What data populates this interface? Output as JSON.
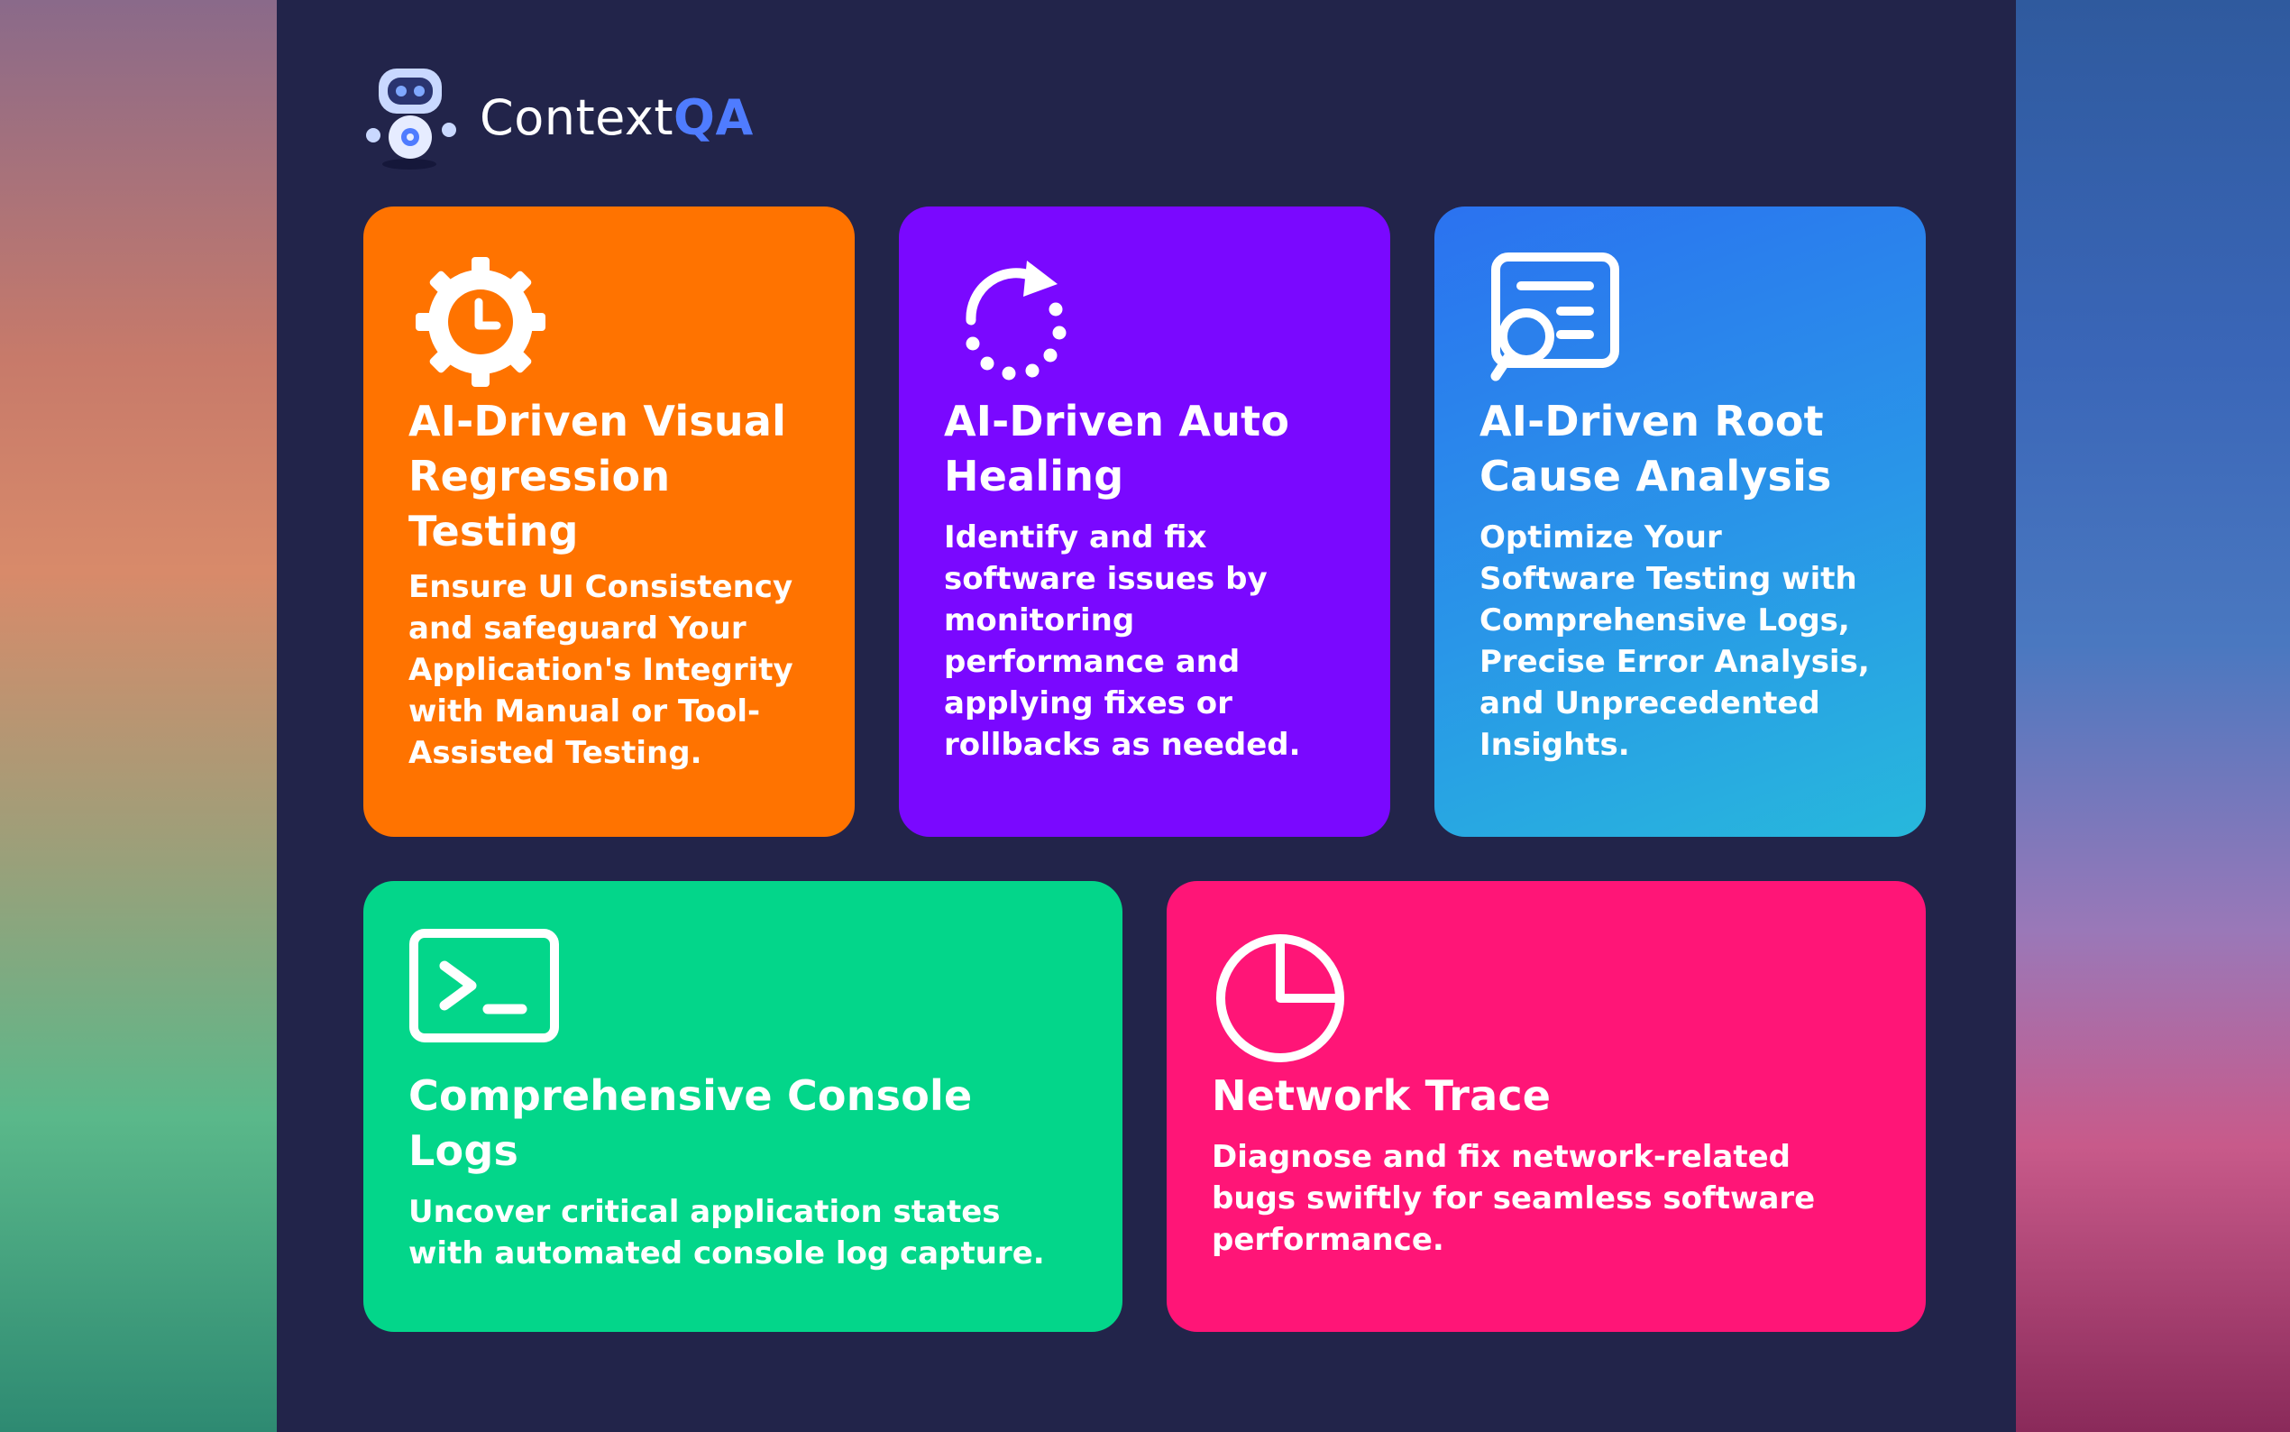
{
  "brand": {
    "name_main": "Context",
    "name_accent": "QA",
    "accent_color": "#4f7cff"
  },
  "cards": [
    {
      "icon": "gear-clock-icon",
      "color": "#ff7300",
      "title": "AI-Driven Visual Regression Testing",
      "text": "Ensure UI Consistency and safeguard Your Application's Integrity with Manual or Tool-Assisted Testing."
    },
    {
      "icon": "refresh-dots-icon",
      "color": "#7a08ff",
      "title": "AI-Driven Auto Healing",
      "text": "Identify and fix software issues by monitoring performance and applying fixes or rollbacks as needed."
    },
    {
      "icon": "document-search-icon",
      "color": "#2b72f0",
      "title": "AI-Driven Root Cause Analysis",
      "text": "Optimize Your Software Testing with Comprehensive Logs, Precise Error Analysis, and Unprecedented Insights."
    },
    {
      "icon": "terminal-icon",
      "color": "#03d68a",
      "title": "Comprehensive Console Logs",
      "text": "Uncover critical application states with automated console log capture."
    },
    {
      "icon": "pie-chart-icon",
      "color": "#ff1577",
      "title": "Network Trace",
      "text": "Diagnose and fix network-related bugs swiftly for seamless software performance."
    }
  ]
}
